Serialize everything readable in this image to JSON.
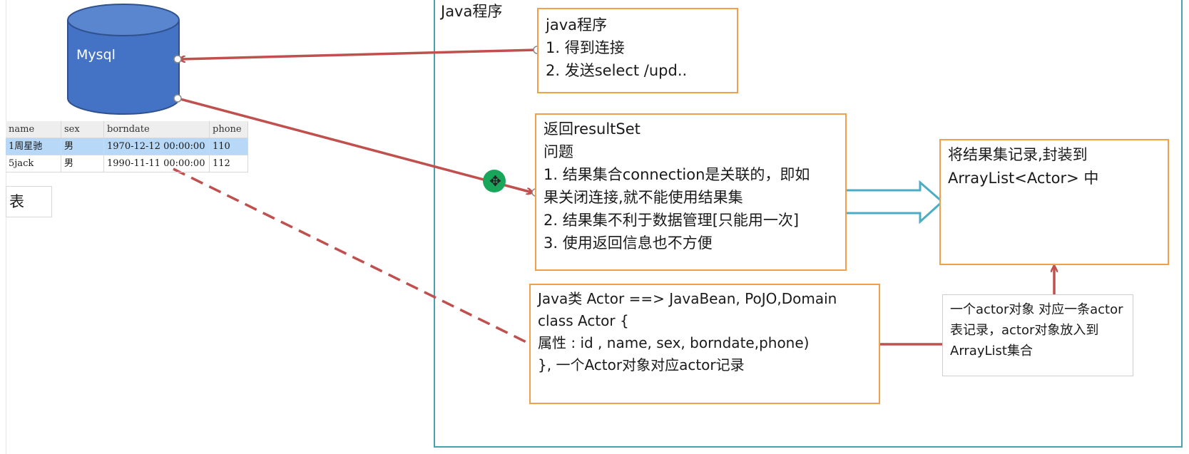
{
  "java_container_label": "Java程序",
  "database": {
    "label": "Mysql"
  },
  "table": {
    "columns": [
      "name",
      "sex",
      "borndate",
      "phone"
    ],
    "rows": [
      {
        "marker": "1",
        "name": "周星驰",
        "sex": "男",
        "borndate": "1970-12-12 00:00:00",
        "phone": "110",
        "selected": true
      },
      {
        "marker": "5",
        "name": "jack",
        "sex": "男",
        "borndate": "1990-11-11 00:00:00",
        "phone": "112",
        "selected": false
      }
    ],
    "label": "表"
  },
  "box_java_program": {
    "lines": [
      "java程序",
      "1. 得到连接",
      "2. 发送select /upd.."
    ]
  },
  "box_resultset": {
    "lines": [
      "返回resultSet",
      "问题",
      "1. 结果集合connection是关联的，即如",
      "果关闭连接,就不能使用结果集",
      "2. 结果集不利于数据管理[只能用一次]",
      "3. 使用返回信息也不方便"
    ]
  },
  "box_arraylist": {
    "lines": [
      "将结果集记录,封装到",
      "ArrayList<Actor> 中"
    ]
  },
  "box_actor_class": {
    "lines": [
      "Java类 Actor  ==> JavaBean, PoJO,Domain",
      "class Actor {",
      "属性 : id , name, sex, borndate,phone)",
      "}, 一个Actor对象对应actor记录"
    ]
  },
  "note_actor": {
    "lines": [
      "一个actor对象 对应一条actor",
      "表记录，actor对象放入到",
      "ArrayList集合"
    ]
  },
  "colors": {
    "arrow": "#c0504d",
    "box_border": "#f0a04b",
    "container_border": "#4aa0b0",
    "database_fill": "#4472c4",
    "database_stroke": "#2f528f",
    "hollow_arrow": "#4bacc6",
    "cursor": "#1aa65a"
  }
}
